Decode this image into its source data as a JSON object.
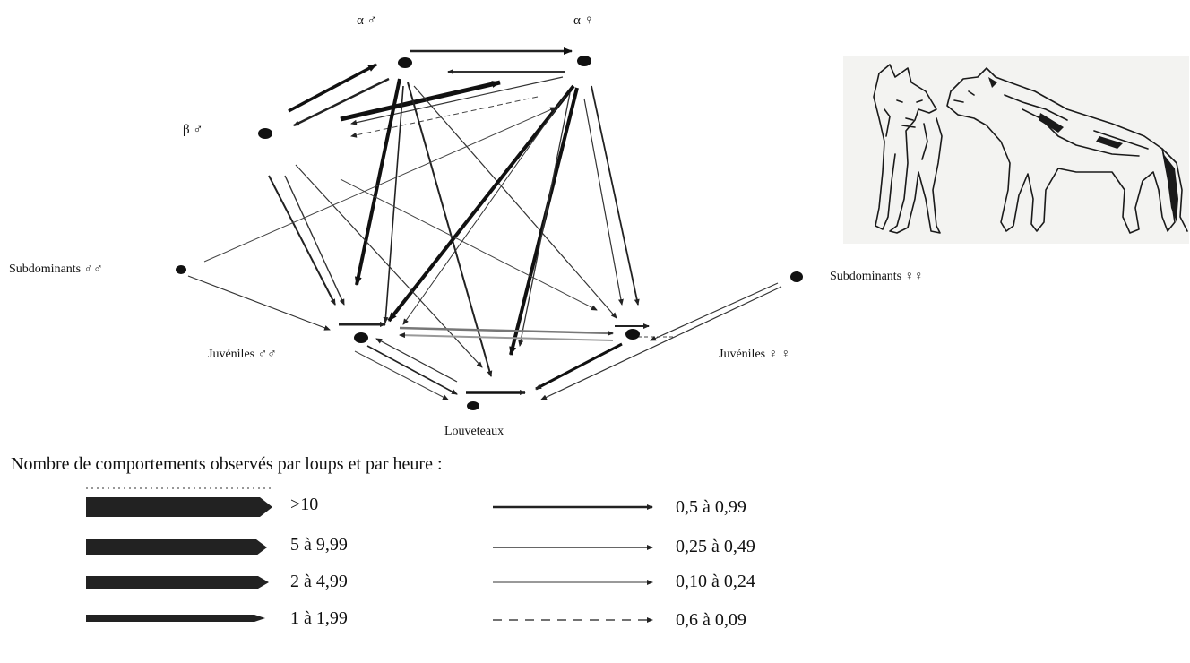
{
  "nodes": {
    "alpha_male": "α ♂",
    "alpha_female": "α ♀",
    "beta_male": "β ♂",
    "subdominant_males": "Subdominants ♂♂",
    "subdominant_females": "Subdominants ♀♀",
    "juvenile_males": "Juvéniles ♂♂",
    "juvenile_females": "Juvéniles ♀ ♀",
    "pups": "Louveteaux"
  },
  "legend": {
    "title": "Nombre de comportements observés par loups et par heure :",
    "items": [
      {
        "label": ">10",
        "style": "thick-arrow-1"
      },
      {
        "label": "5 à 9,99",
        "style": "thick-arrow-2"
      },
      {
        "label": "2 à 4,99",
        "style": "thick-arrow-3"
      },
      {
        "label": "1 à 1,99",
        "style": "thick-arrow-4"
      },
      {
        "label": "0,5 à 0,99",
        "style": "line-1"
      },
      {
        "label": "0,25 à 0,49",
        "style": "line-2"
      },
      {
        "label": "0,10 à 0,24",
        "style": "line-3"
      },
      {
        "label": "0,6 à 0,09",
        "style": "dashed"
      }
    ]
  },
  "illustration": {
    "subject": "two-wolves-greeting-drawing"
  },
  "colors": {
    "ink": "#111111",
    "light_ink": "#555555"
  }
}
